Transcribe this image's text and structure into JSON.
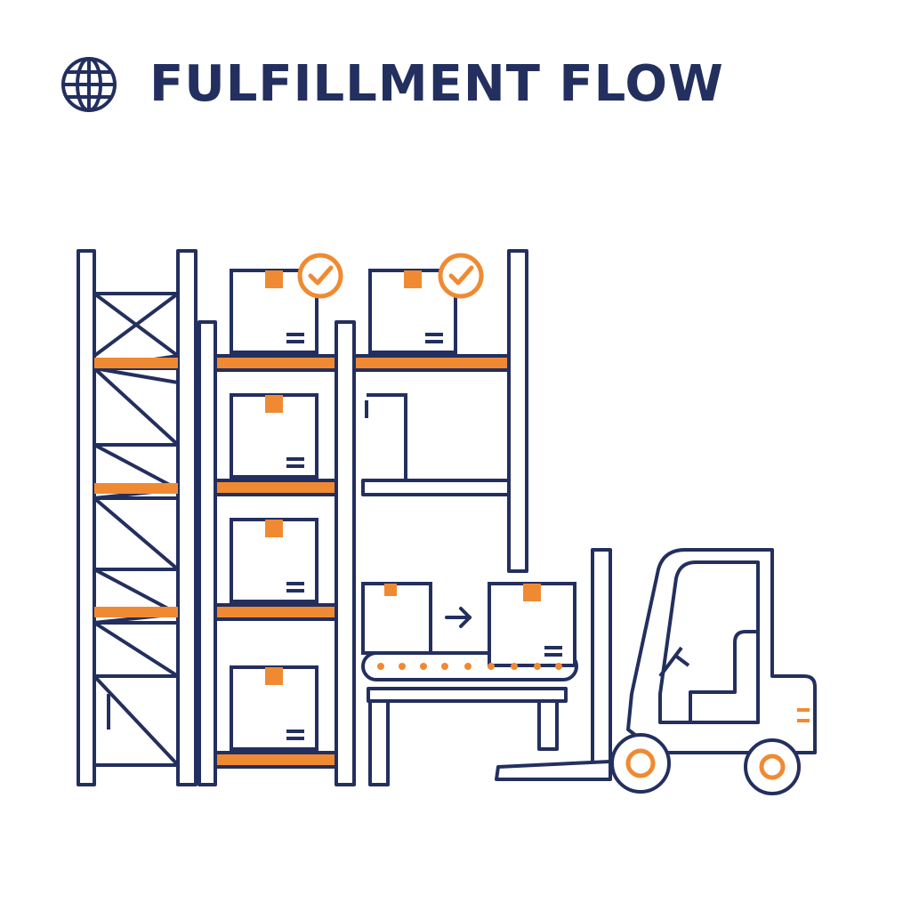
{
  "header": {
    "title": "FULFILLMENT FLOW",
    "icon": "globe-icon"
  },
  "colors": {
    "navy": "#232F5E",
    "orange": "#F08A32",
    "background": "#FFFFFF"
  },
  "illustration": {
    "rack": {
      "boxes_stored": 6,
      "picked_boxes_checked": 2
    },
    "conveyor": {
      "boxes_on_belt": 2,
      "direction_icon": "arrow-right-icon"
    },
    "vehicle": "forklift-icon"
  }
}
